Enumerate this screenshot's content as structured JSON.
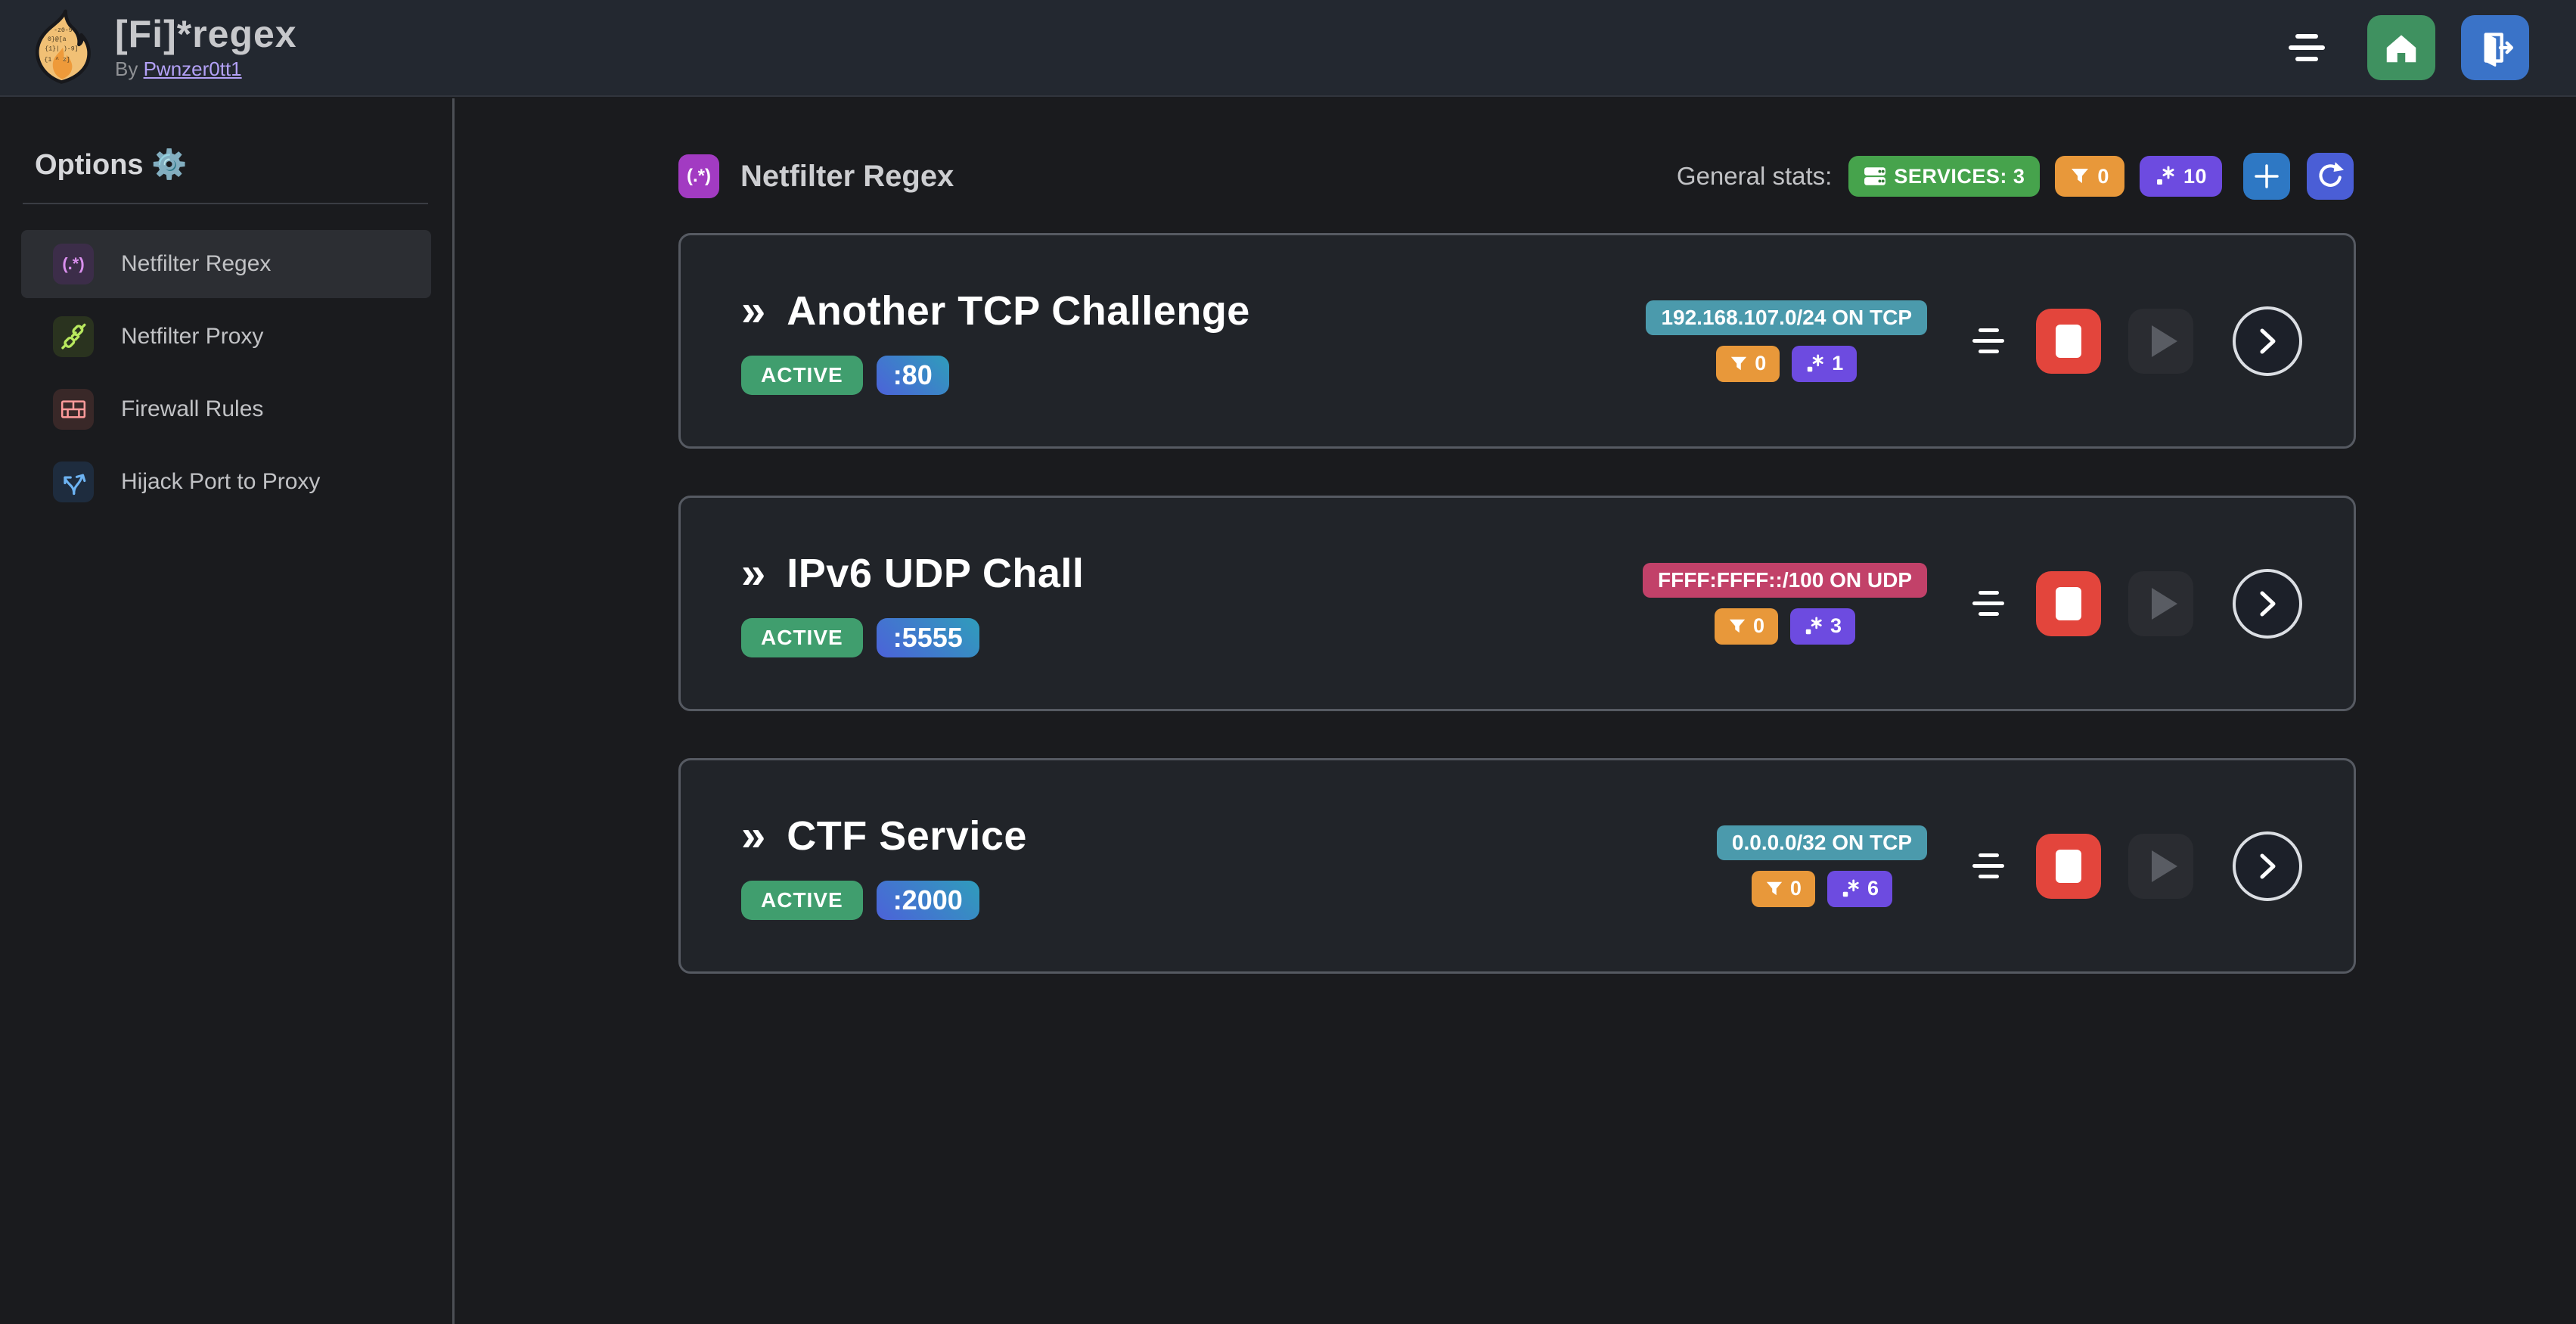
{
  "colors": {
    "page_bg": "#1a1b1e",
    "header_bg": "#232830",
    "card_bg": "#212429",
    "card_border": "#565a62",
    "selected_item_bg": "#2c2e33",
    "text_primary": "#c1c2c5",
    "text_dim": "#909296",
    "link": "#b3a1f7",
    "green_services": "#46a34c",
    "green_active": "#409e6e",
    "green_home": "#3f9160",
    "blue_logout": "#3a73c8",
    "blue_add": "#2e78c4",
    "indigo_refresh": "#4a5ed6",
    "orange_filter": "#e8983a",
    "violet_regex": "#6d4be0",
    "red_stop": "#e3453c",
    "port_gradient_from": "#4c62d9",
    "port_gradient_to": "#2f9dbb",
    "purple_section_icon": "#a23bc2"
  },
  "header": {
    "title": "[Fi]*regex",
    "byline_prefix": "By ",
    "author": "Pwnzer0tt1",
    "logo_lines": [
      "-z0-9",
      "0}@[a",
      "{1}| )-9]",
      "{1  ^ z]"
    ]
  },
  "sidebar": {
    "heading": "Options ",
    "gear_emoji": "⚙️",
    "items": [
      {
        "label": "Netfilter Regex",
        "icon_glyph": "(.*)"
      },
      {
        "label": "Netfilter Proxy"
      },
      {
        "label": "Firewall Rules"
      },
      {
        "label": "Hijack Port to Proxy"
      }
    ]
  },
  "main": {
    "section_icon_glyph": "(.*)",
    "section_title": "Netfilter Regex",
    "stats_label": "General stats:",
    "services_badge": "SERVICES: 3",
    "filters_count": "0",
    "regex_count": "10"
  },
  "services": [
    {
      "title_marker": "»",
      "name": "Another TCP Challenge",
      "status": "ACTIVE",
      "port": ":80",
      "cidr": "192.168.107.0/24 ON TCP",
      "cidr_color": "#4b9aac",
      "filters": "0",
      "regexes": "1"
    },
    {
      "title_marker": "»",
      "name": "IPv6 UDP Chall",
      "status": "ACTIVE",
      "port": ":5555",
      "cidr": "FFFF:FFFF::/100 ON UDP",
      "cidr_color": "#c24169",
      "filters": "0",
      "regexes": "3"
    },
    {
      "title_marker": "»",
      "name": "CTF Service",
      "status": "ACTIVE",
      "port": ":2000",
      "cidr": "0.0.0.0/32 ON TCP",
      "cidr_color": "#4b9aac",
      "filters": "0",
      "regexes": "6"
    }
  ]
}
